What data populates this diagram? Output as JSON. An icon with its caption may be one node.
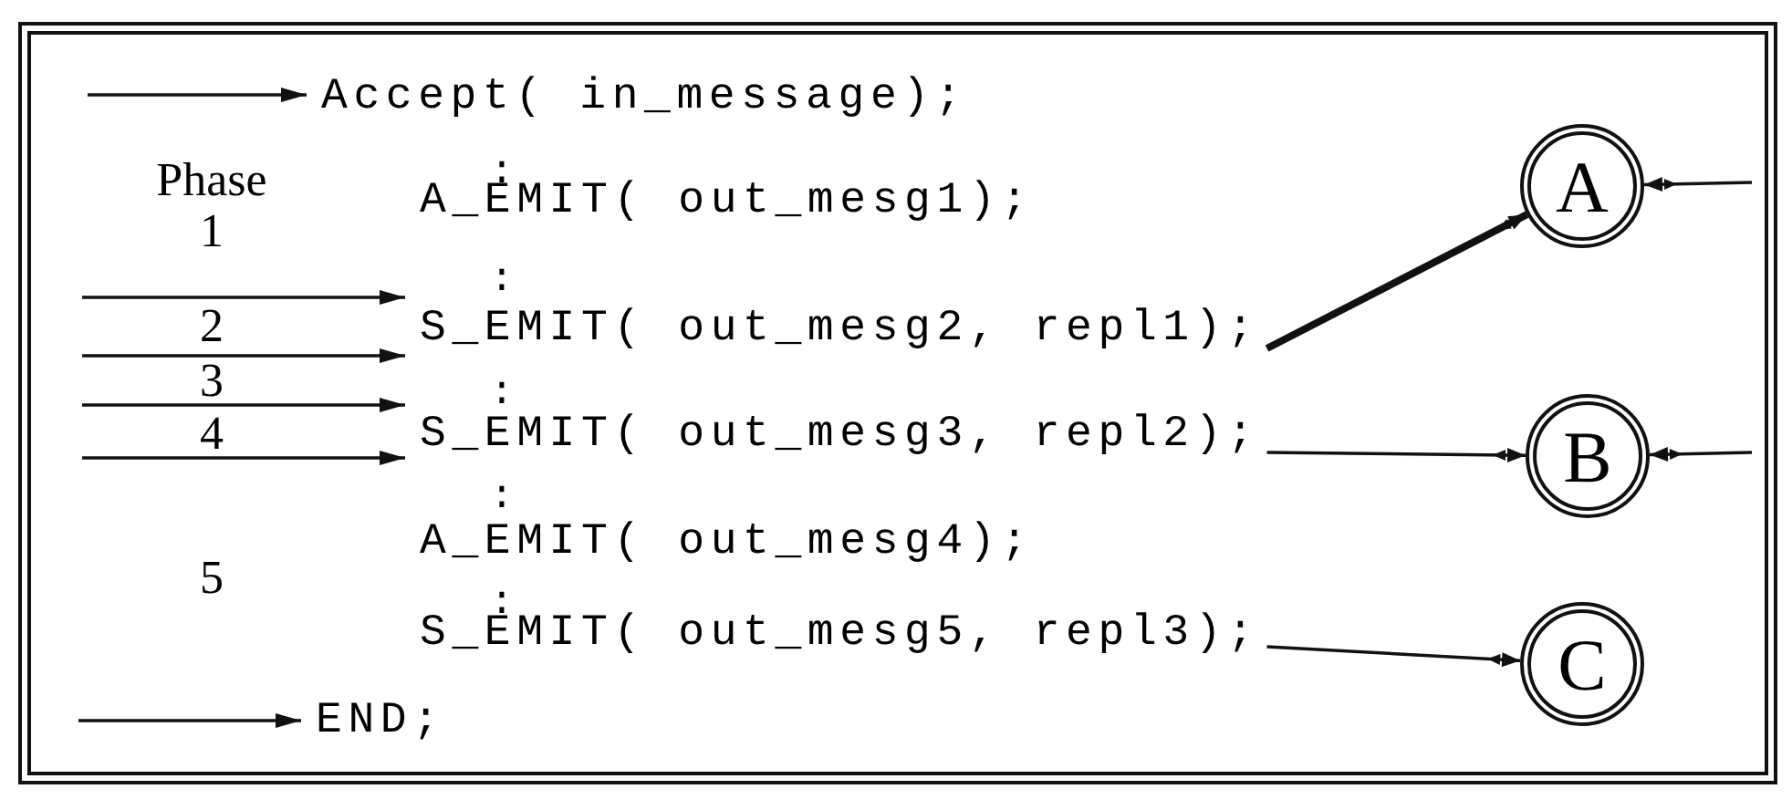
{
  "diagram": {
    "nodes": [
      {
        "text": [
          "Accept( in_message);"
        ]
      },
      {
        "text": [
          "A_EMIT( out_mesg1);"
        ]
      },
      {
        "text": [
          "S_EMIT( out_mesg2, repl1);"
        ]
      },
      {
        "text": [
          "S_EMIT( out_mesg3, repl2);"
        ]
      },
      {
        "text": [
          "A_EMIT( out_mesg4);"
        ]
      },
      {
        "text": [
          "S_EMIT( out_mesg5, repl3);"
        ]
      },
      {
        "text": [
          "END;"
        ]
      },
      {
        "text": [
          "A"
        ]
      },
      {
        "text": [
          "B"
        ]
      },
      {
        "text": [
          "C"
        ]
      }
    ],
    "edges": [
      {
        "from": null,
        "to": 0,
        "arrow": "to"
      },
      {
        "from": null,
        "to": 2,
        "arrow": "to"
      },
      {
        "from": null,
        "to": 2,
        "arrow": "to"
      },
      {
        "from": null,
        "to": 3,
        "arrow": "to"
      },
      {
        "from": null,
        "to": 3,
        "arrow": "to"
      },
      {
        "from": null,
        "to": 6,
        "arrow": "to"
      },
      {
        "from": 2,
        "to": 7,
        "arrow": "other",
        "style": "thick"
      },
      {
        "from": null,
        "to": 7,
        "arrow": "other"
      },
      {
        "from": 3,
        "to": 8,
        "arrow": "other"
      },
      {
        "from": null,
        "to": 8,
        "arrow": "other"
      },
      {
        "from": 5,
        "to": 9,
        "arrow": "other"
      }
    ],
    "labels": [
      "Phase",
      ":",
      "1",
      ":",
      "2",
      ":",
      "3",
      "4",
      ":",
      "5",
      ":"
    ]
  }
}
